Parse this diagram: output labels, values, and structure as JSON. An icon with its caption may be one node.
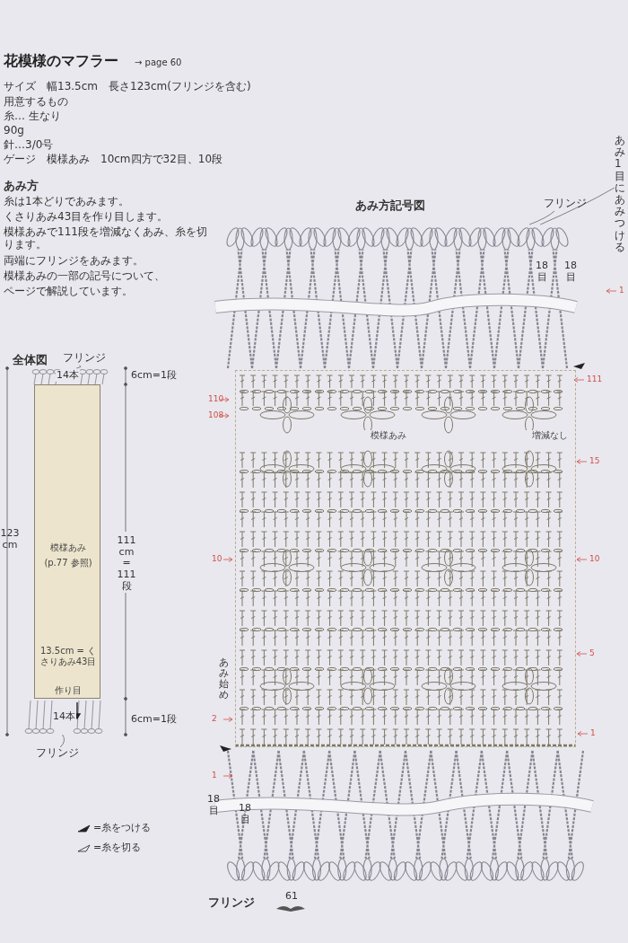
{
  "diagram": {
    "title": "花模様のマフラー",
    "nodes": [
      {
        "text": [
          "模様あみ",
          "(p.77 参照)",
          "13.5cm = くさりあみ43目",
          "作り目"
        ]
      },
      {
        "text": [],
        "shape": "picture"
      },
      {
        "text": [],
        "shape": "picture"
      },
      {
        "text": [
          "フリンジ"
        ]
      },
      {
        "text": [
          "フリンジ"
        ]
      },
      {
        "text": [
          "模様あみ",
          "増減なし"
        ]
      },
      {
        "text": [],
        "shape": "picture"
      },
      {
        "text": [],
        "shape": "picture"
      },
      {
        "text": [
          "フリンジ"
        ]
      },
      {
        "text": [
          "あみ1目にあみつける"
        ]
      }
    ],
    "edges": [
      {
        "from": 3,
        "to": 1,
        "arrow": "none"
      },
      {
        "from": 4,
        "to": 2,
        "arrow": "none"
      },
      {
        "from": 8,
        "to": 6,
        "arrow": "none"
      },
      {
        "from": 9,
        "to": 6,
        "arrow": "none"
      }
    ],
    "labels": [
      "→ page 60",
      "サイズ　幅13.5cm　長さ123cm(フリンジを含む)",
      "用意するもの",
      "糸… 生なり",
      "90g",
      "針…3/0号",
      "ゲージ　模様あみ　10cm四方で32目、10段",
      "あみ方",
      "糸は1本どりであみます。",
      "くさりあみ43目を作り目します。",
      "模様あみで111段を増減なくあみ、糸を切ります。",
      "両端にフリンジをあみます。",
      "模様あみの一部の記号について、",
      "ページで解説しています。",
      "全体図",
      "14本",
      "6cm=1段",
      "123 cm",
      "111 cm = 111 段",
      "14本",
      "6cm=1段",
      "あみ方記号図",
      "18目",
      "18目",
      "1",
      "111",
      "110",
      "108",
      "15",
      "10",
      "10",
      "5",
      "あみ始め",
      "2",
      "1",
      "1",
      "18目",
      "18目",
      "フリンジ",
      "61"
    ],
    "legend": [
      {
        "text": "=糸をつける"
      },
      {
        "text": "=糸を切る"
      }
    ]
  }
}
